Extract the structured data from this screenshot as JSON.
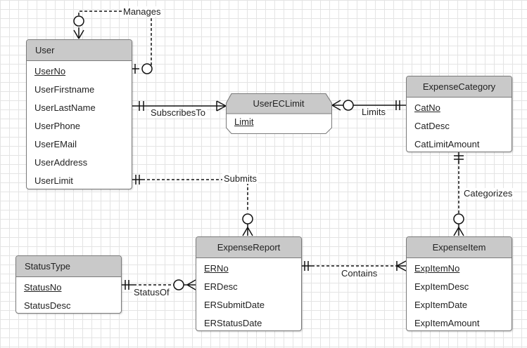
{
  "entities": {
    "user": {
      "title": "User",
      "attributes": [
        "UserNo",
        "UserFirstname",
        "UserLastName",
        "UserPhone",
        "UserEMail",
        "UserAddress",
        "UserLimit"
      ]
    },
    "user_ec_limit": {
      "title": "UserECLimit",
      "attributes": [
        "Limit"
      ]
    },
    "expense_category": {
      "title": "ExpenseCategory",
      "attributes": [
        "CatNo",
        "CatDesc",
        "CatLimitAmount"
      ]
    },
    "expense_report": {
      "title": "ExpenseReport",
      "attributes": [
        "ERNo",
        "ERDesc",
        "ERSubmitDate",
        "ERStatusDate"
      ]
    },
    "expense_item": {
      "title": "ExpenseItem",
      "attributes": [
        "ExpItemNo",
        "ExpItemDesc",
        "ExpItemDate",
        "ExpItemAmount"
      ]
    },
    "status_type": {
      "title": "StatusType",
      "attributes": [
        "StatusNo",
        "StatusDesc"
      ]
    }
  },
  "relationships": {
    "manages": "Manages",
    "subscribes_to": "SubscribesTo",
    "limits": "Limits",
    "submits": "Submits",
    "categorizes": "Categorizes",
    "contains": "Contains",
    "status_of": "StatusOf"
  },
  "colors": {
    "header_fill": "#c9c9c9",
    "border": "#7a7a7a",
    "line": "#111111",
    "grid": "#e4e4e4"
  }
}
